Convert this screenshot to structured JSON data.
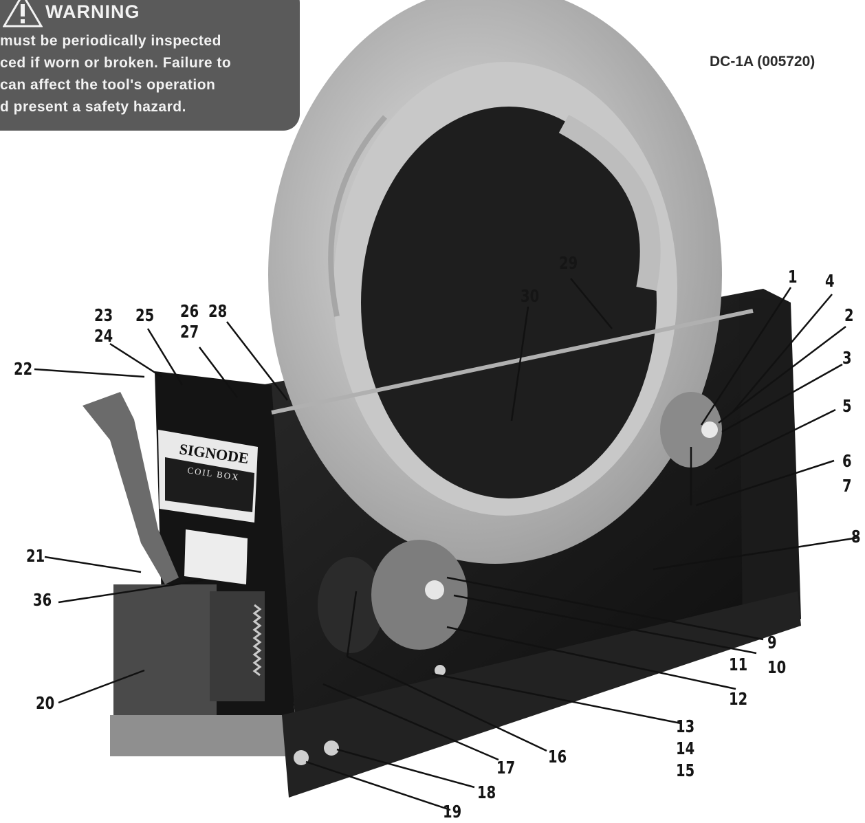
{
  "warning": {
    "title": "WARNING",
    "lines": [
      "must be periodically inspected",
      "ced if worn or broken. Failure to",
      "can affect the tool's operation",
      "d present a safety hazard."
    ]
  },
  "figure_code": "DC-1A (005720)",
  "nameplate": {
    "brand": "SIGNODE",
    "product": "COIL BOX"
  },
  "callouts": [
    "1",
    "2",
    "3",
    "4",
    "5",
    "6",
    "7",
    "8",
    "9",
    "10",
    "11",
    "12",
    "13",
    "14",
    "15",
    "16",
    "17",
    "18",
    "19",
    "20",
    "21",
    "22",
    "23",
    "24",
    "25",
    "26",
    "27",
    "28",
    "29",
    "30",
    "36"
  ]
}
